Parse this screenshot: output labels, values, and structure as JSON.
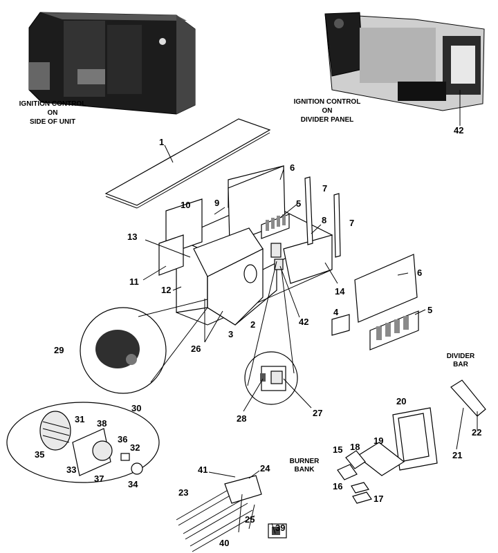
{
  "captions": {
    "photo_left": [
      "IGNITION CONTROL",
      "ON",
      "SIDE OF UNIT"
    ],
    "photo_right": [
      "IGNITION CONTROL",
      "ON",
      "DIVIDER PANEL"
    ],
    "divider": [
      "DIVIDER",
      "BAR"
    ],
    "burner": [
      "BURNER",
      "BANK"
    ]
  },
  "callouts": [
    "1",
    "2",
    "3",
    "4",
    "5",
    "5",
    "6",
    "6",
    "7",
    "7",
    "8",
    "9",
    "10",
    "11",
    "12",
    "13",
    "14",
    "15",
    "16",
    "17",
    "18",
    "19",
    "20",
    "21",
    "22",
    "23",
    "24",
    "25",
    "26",
    "27",
    "28",
    "29",
    "30",
    "31",
    "32",
    "33",
    "34",
    "35",
    "36",
    "37",
    "38",
    "39",
    "40",
    "41",
    "42",
    "42"
  ]
}
